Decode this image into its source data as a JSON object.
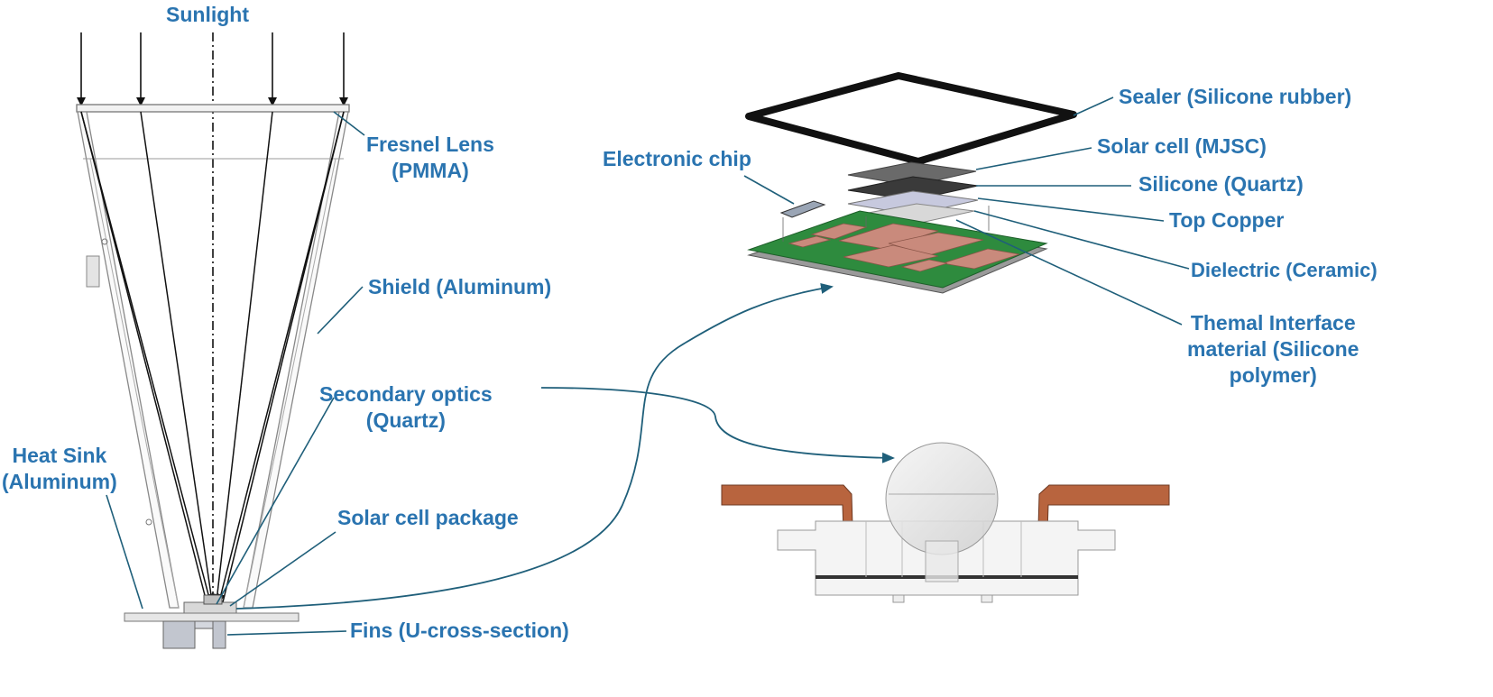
{
  "labels": {
    "sunlight": "Sunlight",
    "fresnel_lens_1": "Fresnel Lens",
    "fresnel_lens_2": "(PMMA)",
    "shield": "Shield (Aluminum)",
    "secondary_optics_1": "Secondary optics",
    "secondary_optics_2": "(Quartz)",
    "heat_sink_1": "Heat Sink",
    "heat_sink_2": "(Aluminum)",
    "solar_cell_package": "Solar cell package",
    "fins": "Fins (U-cross-section)",
    "electronic_chip": "Electronic chip",
    "sealer": "Sealer (Silicone rubber)",
    "solar_cell": "Solar cell (MJSC)",
    "silicone": "Silicone (Quartz)",
    "top_copper": "Top Copper",
    "dielectric": "Dielectric (Ceramic)",
    "thermal_interface_1": "Themal Interface",
    "thermal_interface_2": "material (Silicone",
    "thermal_interface_3": "polymer)"
  },
  "colors": {
    "label": "#2a74b0",
    "leader": "#1f5f7a",
    "pcb": "#2e8b3e",
    "pad": "#c98a7c",
    "copper": "#b8643e"
  }
}
